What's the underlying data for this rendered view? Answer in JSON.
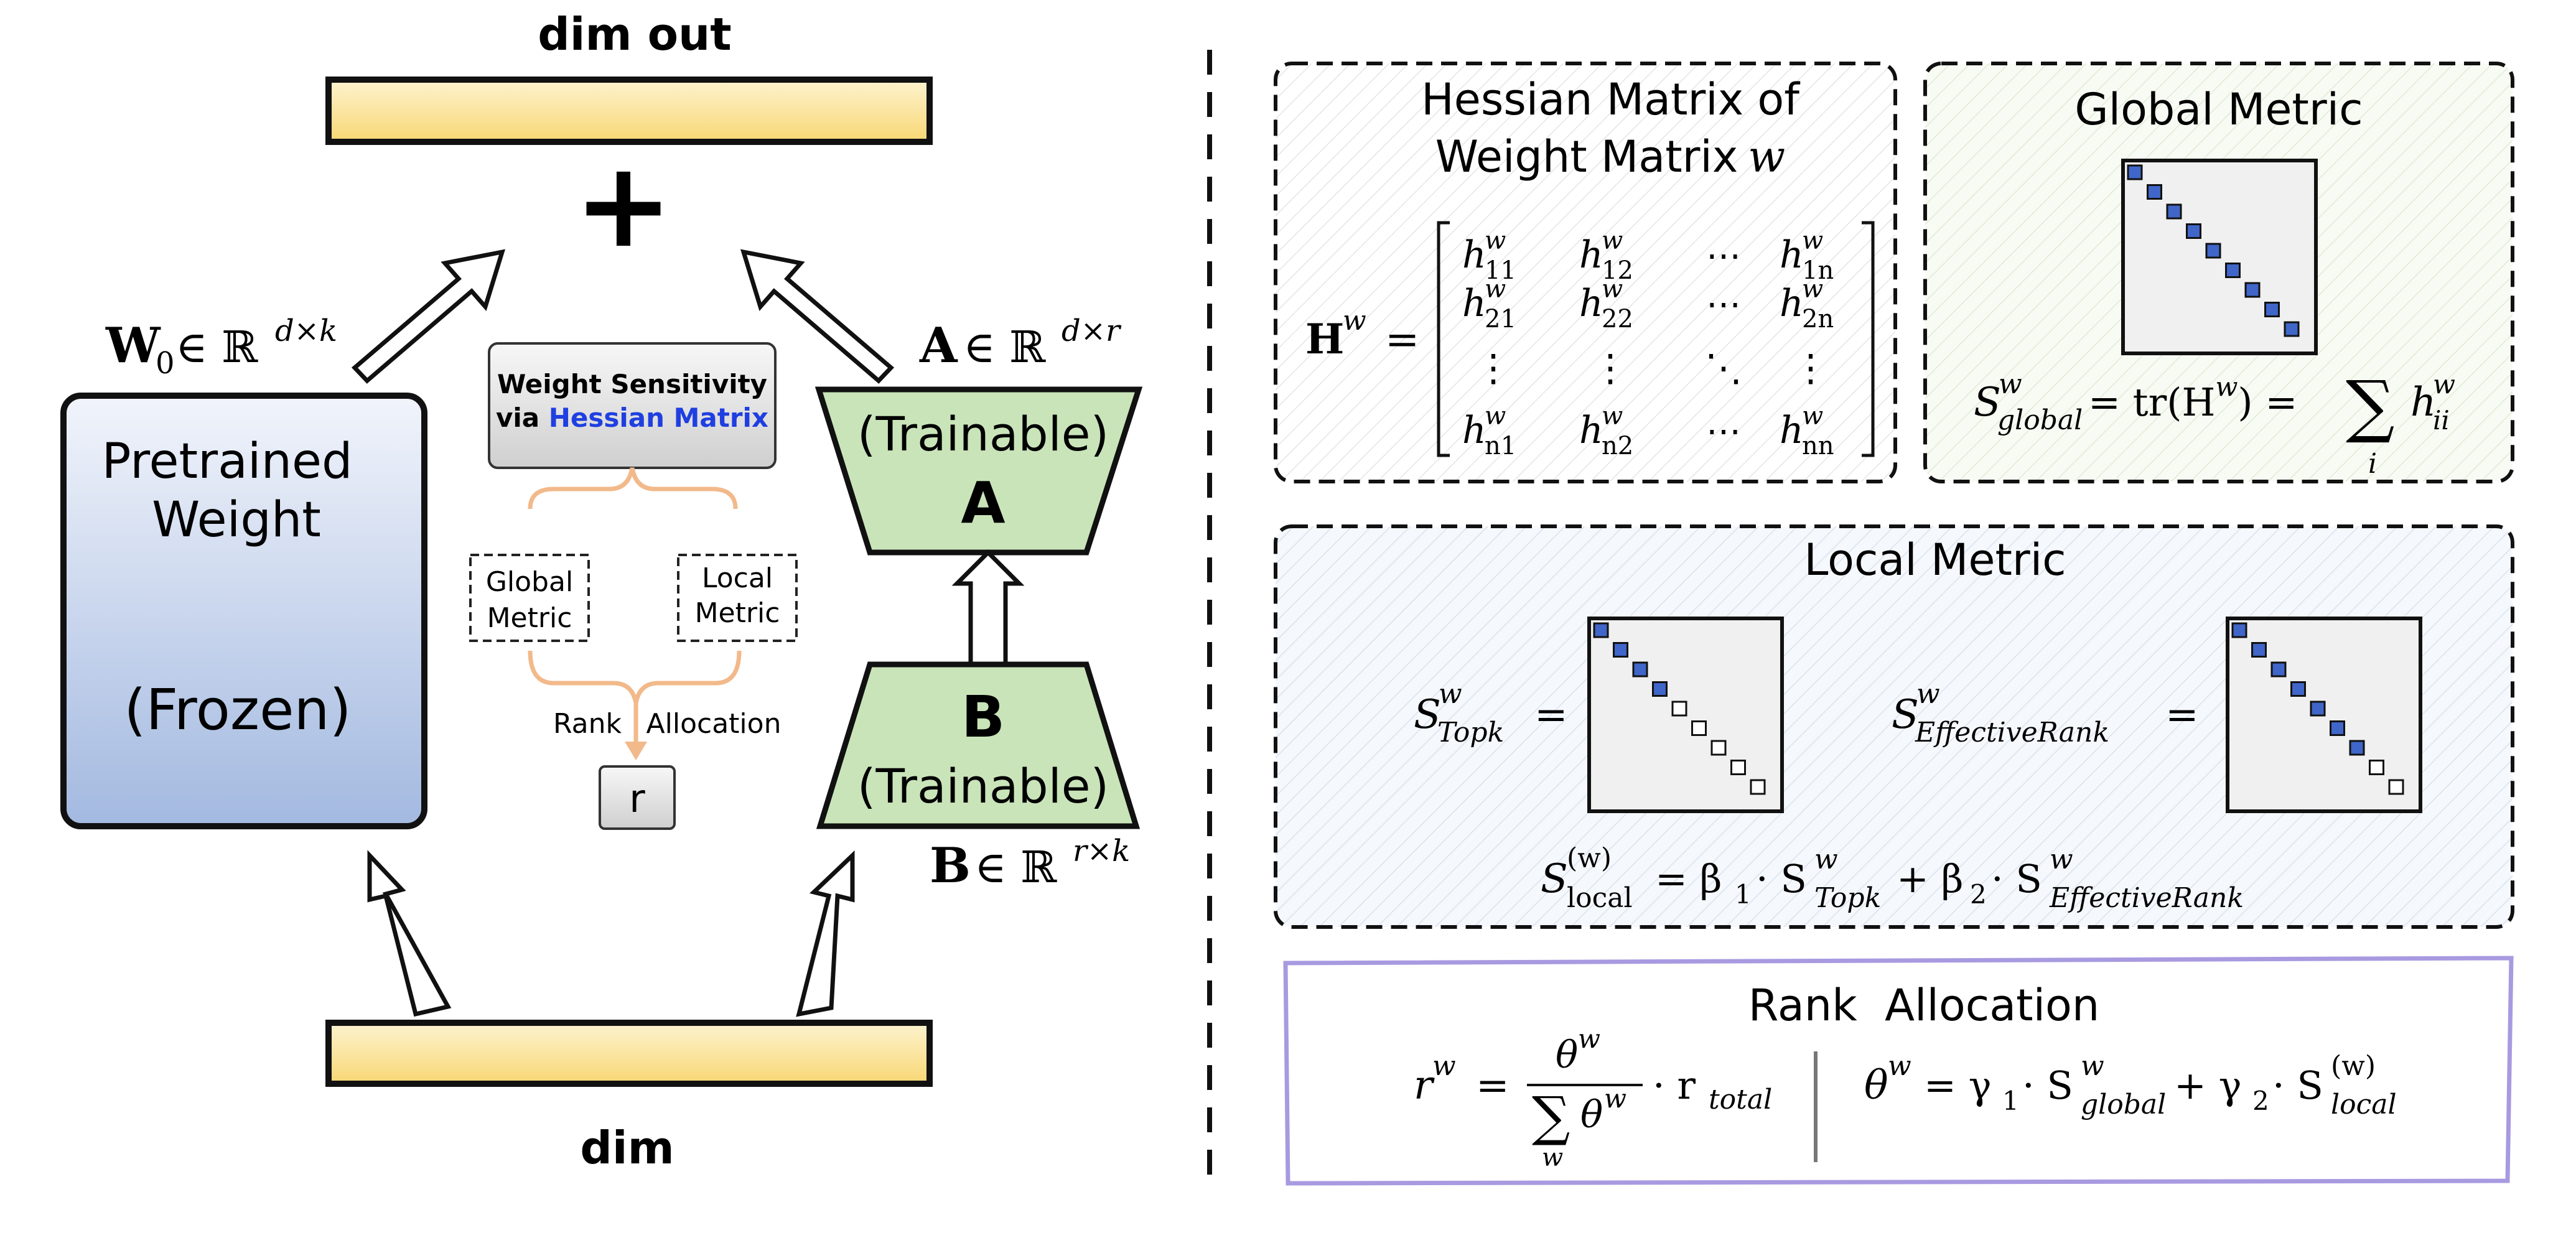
{
  "left": {
    "dim_out": "dim out",
    "dim_in": "dim",
    "plus": "+",
    "pretrained_line1": "Pretrained",
    "pretrained_line2": "Weight",
    "frozen": "(Frozen)",
    "w0_label": "W",
    "w0_sub": "0",
    "w0_set": "∈ ℝ",
    "w0_sup": "d×k",
    "a_label": "A",
    "a_set": "∈ ℝ",
    "a_sup": "d×r",
    "b_label": "B",
    "b_set": "∈ ℝ",
    "b_sup": "r×k",
    "trainable_a": "(Trainable)",
    "letter_a": "A",
    "trainable_b": "(Trainable)",
    "letter_b": "B",
    "sensitivity_line1": "Weight Sensitivity",
    "sensitivity_via": "via ",
    "sensitivity_hessian": "Hessian Matrix",
    "global_metric_line1": "Global",
    "global_metric_line2": "Metric",
    "local_metric_line1": "Local",
    "local_metric_line2": "Metric",
    "rank_word": "Rank",
    "allocation_word": "Allocation",
    "r_box": "r"
  },
  "right": {
    "hessian_title_line1": "Hessian Matrix of",
    "hessian_title_line2": "Weight Matrix",
    "hessian_title_w": "w",
    "hessian_lhs": "H",
    "hessian_lhs_sup": "w",
    "hessian_eq": "=",
    "matrix_rows": [
      [
        "h",
        "11",
        "h",
        "12",
        "⋯",
        "h",
        "1n"
      ],
      [
        "h",
        "21",
        "h",
        "22",
        "⋯",
        "h",
        "2n"
      ],
      [
        "⋮",
        "",
        "⋮",
        "",
        "⋱",
        "⋮",
        ""
      ],
      [
        "h",
        "n1",
        "h",
        "n2",
        "⋯",
        "h",
        "nn"
      ]
    ],
    "global_title": "Global Metric",
    "global_formula_lhs": "S",
    "global_formula_sub": "global",
    "global_formula_sup": "w",
    "global_formula_mid": "= tr(H",
    "global_formula_mid_sup": "w",
    "global_formula_mid_end": ") =",
    "global_sum": "∑",
    "global_sum_sub": "i",
    "global_term": "h",
    "global_term_sub": "ii",
    "global_term_sup": "w",
    "local_title": "Local Metric",
    "topk_lhs": "S",
    "topk_sub": "Topk",
    "topk_sup": "w",
    "topk_eq": "=",
    "er_lhs": "S",
    "er_sub": "EffectiveRank",
    "er_sup": "w",
    "er_eq": "=",
    "local_formula": {
      "s": "S",
      "sub": "local",
      "sup": "(w)",
      "eq": "= β",
      "b1": "1",
      "dot1": "· S",
      "t1sub": "Topk",
      "t1sup": "w",
      "plus": "+ β",
      "b2": "2",
      "dot2": "· S",
      "t2sub": "EffectiveRank",
      "t2sup": "w"
    },
    "rank_title": "Rank  Allocation",
    "rank_lhs": "r",
    "rank_lhs_sup": "w",
    "rank_eq": "=",
    "rank_num": "θ",
    "rank_num_sup": "w",
    "rank_den_sum": "∑",
    "rank_den_theta": "θ",
    "rank_den_sup": "w",
    "rank_den_sub": "w",
    "rank_dot": "· r",
    "rank_total": "total",
    "theta_lhs": "θ",
    "theta_lhs_sup": "w",
    "theta_eq": "= γ",
    "g1": "1",
    "theta_dot1": "· S",
    "theta_t1_sub": "global",
    "theta_t1_sup": "w",
    "theta_plus": "+ γ",
    "g2": "2",
    "theta_dot2": "· S",
    "theta_t2_sub": "local",
    "theta_t2_sup": "(w)"
  },
  "colors": {
    "yellow_top": "#fdf0c4",
    "yellow_bottom": "#f8d97a",
    "blue_top": "#eef2fb",
    "blue_bottom": "#a7bde2",
    "green": "#c9e4b9",
    "orange": "#f2b98a",
    "hessian_blue": "#1f3fe0",
    "purple": "#a89ae0",
    "diag_blue": "#3f66c8"
  }
}
